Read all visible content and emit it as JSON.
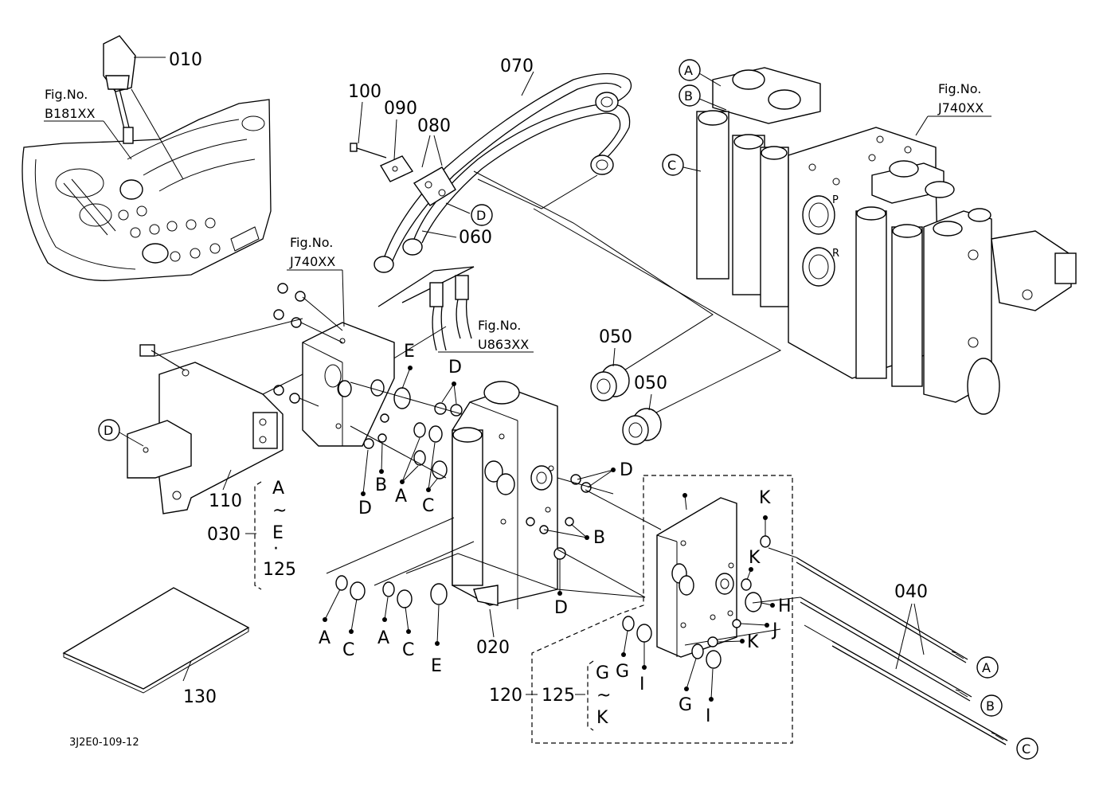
{
  "drawing_code": "3J2E0-109-12",
  "part_numbers": {
    "p010": "010",
    "p020": "020",
    "p030": "030",
    "p040": "040",
    "p050a": "050",
    "p050b": "050",
    "p060": "060",
    "p070": "070",
    "p080": "080",
    "p090": "090",
    "p100": "100",
    "p110": "110",
    "p120": "120",
    "p125a": "125",
    "p125b": "125",
    "p130": "130"
  },
  "fig_refs": {
    "b181": {
      "label": "Fig.No.",
      "code": "B181XX"
    },
    "j740_left": {
      "label": "Fig.No.",
      "code": "J740XX"
    },
    "j740_right": {
      "label": "Fig.No.",
      "code": "J740XX"
    },
    "u863": {
      "label": "Fig.No.",
      "code": "U863XX"
    }
  },
  "kit_ranges": {
    "k030": {
      "from": "A",
      "tilde": "~",
      "to": "E",
      "dot": "·",
      "extra": "125"
    },
    "k125": {
      "from": "G",
      "tilde": "~",
      "to": "K"
    }
  },
  "circled_letters": {
    "a_top": "A",
    "b_top": "B",
    "c_top": "C",
    "d_tube": "D",
    "d_bracket": "D",
    "a_end": "A",
    "b_end": "B",
    "c_end": "C"
  },
  "seal_letters": {
    "e1": "E",
    "d1": "D",
    "d2": "D",
    "b1": "B",
    "a1": "A",
    "c1": "C",
    "d3": "D",
    "b2": "B",
    "d4": "D",
    "a2": "A",
    "c2": "C",
    "a3": "A",
    "c3": "C",
    "e2": "E",
    "k1": "K",
    "k2": "K",
    "h1": "H",
    "j1": "J",
    "k3": "K",
    "g1": "G",
    "i1": "I",
    "g2": "G",
    "i2": "I"
  }
}
